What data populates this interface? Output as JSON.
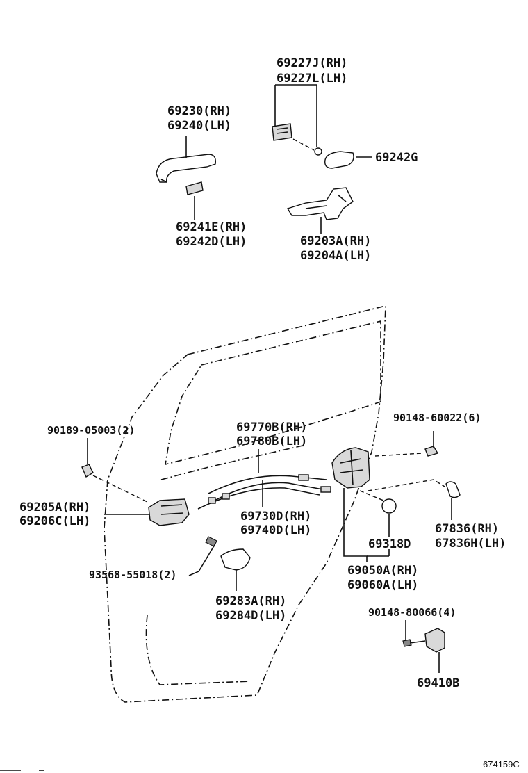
{
  "labels": {
    "p69227": [
      "69227J(RH)",
      "69227L(LH)"
    ],
    "p69230": [
      "69230(RH)",
      "69240(LH)"
    ],
    "p69242g": "69242G",
    "p69241": [
      "69241E(RH)",
      "69242D(LH)"
    ],
    "p69203": [
      "69203A(RH)",
      "69204A(LH)"
    ],
    "p69770": [
      "69770B(RH)",
      "69780B(LH)"
    ],
    "p90189": "90189-05003(2)",
    "p90148a": "90148-60022(6)",
    "p69205": [
      "69205A(RH)",
      "69206C(LH)"
    ],
    "p69730": [
      "69730D(RH)",
      "69740D(LH)"
    ],
    "p67836": [
      "67836(RH)",
      "67836H(LH)"
    ],
    "p69318": "69318D",
    "p93568": "93568-55018(2)",
    "p69050": [
      "69050A(RH)",
      "69060A(LH)"
    ],
    "p69283": [
      "69283A(RH)",
      "69284D(LH)"
    ],
    "p90148b": "90148-80066(4)",
    "p69410": "69410B"
  },
  "figure_ref": "674159C"
}
